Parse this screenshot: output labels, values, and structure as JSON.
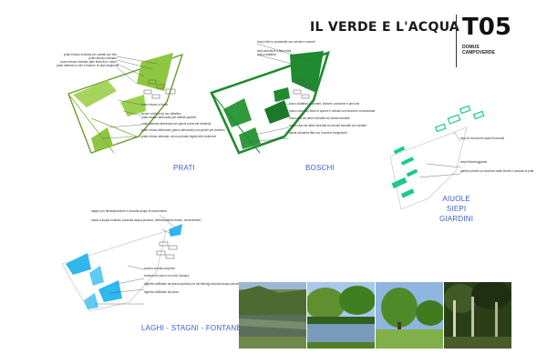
{
  "header": {
    "title": "IL VERDE E L'ACQUA",
    "code": "T05",
    "subtitle_line1": "DOMUS",
    "subtitle_line2": "CAMPOVERDE"
  },
  "sections": {
    "prati": {
      "label": "PRATI",
      "color": "#8dc63f",
      "notes_top": [
        "prato erboso inclinato per vasetti con fiori",
        "prato erboso inclinato",
        "prato erboso inclinato (alte filari) fiori / siepe",
        "prato alberato a ulivi e fioriture di siepi stagionali"
      ],
      "notes_right": [
        "prato erboso a fiorito",
        "terreni coltivati ad uso didattico",
        "prato erboso attrezzato per attività sportive",
        "prato alberato attrezzato per giochi (zona dei bambini)",
        "prato erboso attrezzato (parco attrezzato) con giochi per bambini",
        "prato erboso alberato: ad uso privato legato alle residenze"
      ]
    },
    "boschi": {
      "label": "BOSCHI",
      "color": "#1f8a2f",
      "notes_top": [
        "bosco fitto in prossimità con arbusti e canneti",
        "siepi arbustive a filari misti",
        "bosco didattico"
      ],
      "notes_right": [
        "bosco didattico a sentieri, fontane, panchine e percorsi",
        "bosco rado con filare di querce e arbusti con funzione ornamentale",
        "bosco fitto ad alberi forestali ed arbusti forestali",
        "bosco rado ad alberi forestali ed arbusti forestali con sentieri",
        "fascia arbustiva fitta con funzione frangivento"
      ]
    },
    "aiuole": {
      "label_lines": [
        "AIUOLE",
        "SIEPI",
        "GIARDINI"
      ],
      "color": "#1ec98a",
      "notes": [
        "siepi di recinzione spazi funzionali",
        "siepe fiancheggiante",
        "giardini privati con accesso dalle strade o accessi ai prati"
      ]
    },
    "laghi": {
      "label": "LAGHI - STAGNI - FONTANE",
      "color": "#2fb7ee",
      "notes_top": [
        "stagno per fitodepurazione e raccolta acque di scorrimento",
        "vasca d'acqua multiuso (raccolta acqua piovana, raffrescamento estivo, ornamentale)"
      ],
      "notes_right": [
        "piscina privata scoperta",
        "fontana del parco con ulivi d'acqua",
        "laghetto artificiale da pesca sportiva (no del fishing) raccolta acqua piovana",
        "laghetto artificiale da parco"
      ]
    }
  },
  "photos": [
    {
      "name": "photo-pond-reflection",
      "sky": "#9cb7d6",
      "top": "#6f8a4a",
      "mid": "#3e5a2a",
      "water": "#5a6f5a"
    },
    {
      "name": "photo-lake-trees",
      "sky": "#a8c8ea",
      "top": "#5f8f2f",
      "mid": "#2f5f1f",
      "water": "#7a9abb"
    },
    {
      "name": "photo-meadow-tree",
      "sky": "#8fb6e0",
      "top": "#4f8a2a",
      "mid": "#5f9f2f",
      "water": "#7fb04a"
    },
    {
      "name": "photo-dense-forest",
      "sky": "#3a3a26",
      "top": "#2a3f18",
      "mid": "#1f2f12",
      "water": "#4a5a2a"
    }
  ]
}
